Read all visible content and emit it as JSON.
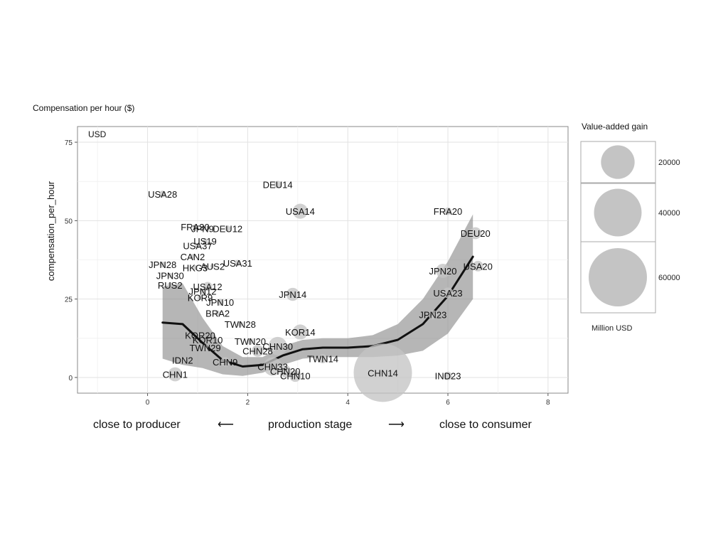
{
  "chart_data": {
    "type": "scatter",
    "title": "Compensation per hour ($)",
    "panel_label": "USD",
    "xlabel": "",
    "ylabel": "compensation_per_hour",
    "xlim": [
      -1.4,
      8.4
    ],
    "ylim": [
      -5,
      80
    ],
    "x_ticks": [
      0,
      2,
      4,
      6,
      8
    ],
    "y_ticks": [
      0,
      25,
      50,
      75
    ],
    "grid": true,
    "bottom_labels": {
      "left": "close to producer",
      "left_arrow": "⟵",
      "center": "production stage",
      "right_arrow": "⟶",
      "right": "close to consumer"
    },
    "legend": {
      "title": "Value-added gain",
      "position": "right",
      "sizes": [
        20000,
        40000,
        60000
      ],
      "labels": [
        "20000",
        "40000",
        "60000"
      ],
      "caption": "Million USD"
    },
    "points": [
      {
        "label": "USA28",
        "x": 0.3,
        "y": 58.5,
        "size": 800
      },
      {
        "label": "DEU14",
        "x": 2.6,
        "y": 61.5,
        "size": 1000
      },
      {
        "label": "USA14",
        "x": 3.05,
        "y": 53.0,
        "size": 4000
      },
      {
        "label": "FRA20",
        "x": 6.0,
        "y": 53.0,
        "size": 1000
      },
      {
        "label": "DEU20",
        "x": 6.55,
        "y": 46.0,
        "size": 2500
      },
      {
        "label": "FRA30",
        "x": 0.95,
        "y": 48.0,
        "size": 500
      },
      {
        "label": "JPN9",
        "x": 1.1,
        "y": 47.5,
        "size": 500
      },
      {
        "label": "DEU12",
        "x": 1.6,
        "y": 47.5,
        "size": 600
      },
      {
        "label": "US19",
        "x": 1.15,
        "y": 43.5,
        "size": 500
      },
      {
        "label": "USA37",
        "x": 1.0,
        "y": 42.0,
        "size": 500
      },
      {
        "label": "CAN2",
        "x": 0.9,
        "y": 38.5,
        "size": 500
      },
      {
        "label": "JPN28",
        "x": 0.3,
        "y": 36.0,
        "size": 600
      },
      {
        "label": "USA31",
        "x": 1.8,
        "y": 36.5,
        "size": 700
      },
      {
        "label": "HKG3",
        "x": 0.95,
        "y": 35.0,
        "size": 400
      },
      {
        "label": "AUS2",
        "x": 1.3,
        "y": 35.5,
        "size": 400
      },
      {
        "label": "JPN30",
        "x": 0.45,
        "y": 32.5,
        "size": 500
      },
      {
        "label": "RUS2",
        "x": 0.45,
        "y": 29.5,
        "size": 500
      },
      {
        "label": "USA12",
        "x": 1.2,
        "y": 29.0,
        "size": 1500
      },
      {
        "label": "JPN12",
        "x": 1.1,
        "y": 27.5,
        "size": 600
      },
      {
        "label": "KOR9",
        "x": 1.05,
        "y": 25.5,
        "size": 500
      },
      {
        "label": "JPN10",
        "x": 1.45,
        "y": 24.0,
        "size": 800
      },
      {
        "label": "JPN14",
        "x": 2.9,
        "y": 26.5,
        "size": 3000
      },
      {
        "label": "USA23",
        "x": 6.0,
        "y": 27.0,
        "size": 2000
      },
      {
        "label": "JPN20",
        "x": 5.9,
        "y": 34.0,
        "size": 3500
      },
      {
        "label": "USA20",
        "x": 6.6,
        "y": 35.5,
        "size": 2000
      },
      {
        "label": "JPN23",
        "x": 5.7,
        "y": 20.0,
        "size": 1500
      },
      {
        "label": "BRA2",
        "x": 1.4,
        "y": 20.5,
        "size": 500
      },
      {
        "label": "TWN28",
        "x": 1.85,
        "y": 17.0,
        "size": 600
      },
      {
        "label": "KOR14",
        "x": 3.05,
        "y": 14.5,
        "size": 4000
      },
      {
        "label": "KOR20",
        "x": 1.05,
        "y": 13.5,
        "size": 700
      },
      {
        "label": "KOR10",
        "x": 1.2,
        "y": 12.0,
        "size": 700
      },
      {
        "label": "TWN20",
        "x": 2.05,
        "y": 11.5,
        "size": 800
      },
      {
        "label": "CHN30",
        "x": 2.6,
        "y": 10.0,
        "size": 6000
      },
      {
        "label": "TWN29",
        "x": 1.15,
        "y": 9.5,
        "size": 600
      },
      {
        "label": "CHN28",
        "x": 2.2,
        "y": 8.5,
        "size": 2500
      },
      {
        "label": "TWN14",
        "x": 3.5,
        "y": 6.0,
        "size": 1500
      },
      {
        "label": "IDN2",
        "x": 0.7,
        "y": 5.5,
        "size": 800
      },
      {
        "label": "CHN9",
        "x": 1.55,
        "y": 5.0,
        "size": 1500
      },
      {
        "label": "CHN33",
        "x": 2.5,
        "y": 3.5,
        "size": 6000
      },
      {
        "label": "CHN20",
        "x": 2.75,
        "y": 2.0,
        "size": 2500
      },
      {
        "label": "CHN1",
        "x": 0.55,
        "y": 1.0,
        "size": 3500
      },
      {
        "label": "CHN10",
        "x": 2.95,
        "y": 0.5,
        "size": 2500
      },
      {
        "label": "CHN14",
        "x": 4.7,
        "y": 1.5,
        "size": 60000
      },
      {
        "label": "IND23",
        "x": 6.0,
        "y": 0.5,
        "size": 1200
      }
    ],
    "trend": {
      "x": [
        0.3,
        0.7,
        1.1,
        1.5,
        1.9,
        2.3,
        2.7,
        3.1,
        3.5,
        4.0,
        4.5,
        5.0,
        5.5,
        6.0,
        6.5
      ],
      "y": [
        17.5,
        17.0,
        11.0,
        5.5,
        3.5,
        4.0,
        7.0,
        9.0,
        9.5,
        9.5,
        10.0,
        12.0,
        17.0,
        26.0,
        38.5
      ],
      "low": [
        6.0,
        4.0,
        3.0,
        1.0,
        0.5,
        1.5,
        4.0,
        6.0,
        6.5,
        6.5,
        6.5,
        7.0,
        8.5,
        14.0,
        25.0
      ],
      "high": [
        29.0,
        30.0,
        19.0,
        10.0,
        6.5,
        6.5,
        10.0,
        12.0,
        12.5,
        12.5,
        13.5,
        17.0,
        25.0,
        37.0,
        52.0
      ]
    }
  }
}
